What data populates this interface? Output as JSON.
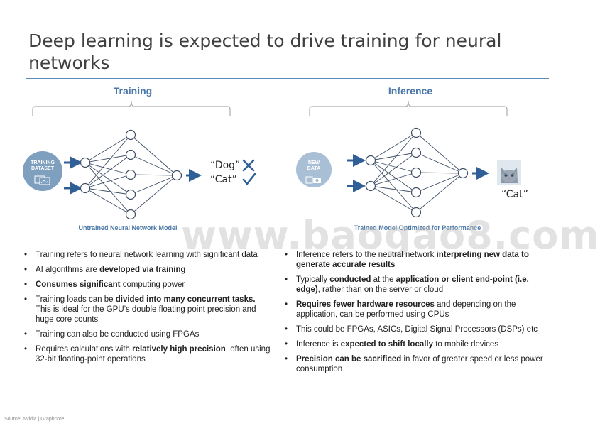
{
  "title": "Deep learning is expected to drive training for neural networks",
  "training": {
    "heading": "Training",
    "dataset_label": "TRAINING DATASET",
    "model_label": "Untrained Neural Network Model",
    "output_dog": "“Dog”",
    "output_cat": "“Cat”",
    "bullets": [
      [
        {
          "t": "Training refers to neural network learning with significant data"
        }
      ],
      [
        {
          "t": "AI algorithms are "
        },
        {
          "t": "developed via training",
          "b": true
        }
      ],
      [
        {
          "t": "Consumes significant ",
          "b": true
        },
        {
          "t": "computing power"
        }
      ],
      [
        {
          "t": "Training loads can be "
        },
        {
          "t": "divided into many concurrent tasks.",
          "b": true
        },
        {
          "t": " This is ideal for the GPU’s double floating point precision and huge core counts"
        }
      ],
      [
        {
          "t": "Training can also be conducted using FPGAs"
        }
      ],
      [
        {
          "t": "Requires calculations with "
        },
        {
          "t": "relatively high precision",
          "b": true
        },
        {
          "t": ", often using 32-bit floating-point operations"
        }
      ]
    ]
  },
  "inference": {
    "heading": "Inference",
    "data_label": "NEW DATA",
    "model_label": "Trained Model Optimized for Performance",
    "output_cat": "“Cat”",
    "bullets": [
      [
        {
          "t": "Inference refers to the neutral network "
        },
        {
          "t": "interpreting new data to generate accurate results",
          "b": true
        }
      ],
      [
        {
          "t": "Typically "
        },
        {
          "t": "conducted",
          "b": true
        },
        {
          "t": " at the "
        },
        {
          "t": "application  or client end-point (i.e. edge)",
          "b": true
        },
        {
          "t": ", rather than on the server or cloud"
        }
      ],
      [
        {
          "t": "Requires fewer hardware resources",
          "b": true
        },
        {
          "t": " and depending on the application, can be performed  using CPUs"
        }
      ],
      [
        {
          "t": "This could be FPGAs, ASICs, Digital Signal Processors (DSPs) etc"
        }
      ],
      [
        {
          "t": "Inference is "
        },
        {
          "t": "expected to shift locally",
          "b": true
        },
        {
          "t": " to mobile devices"
        }
      ],
      [
        {
          "t": "Precision can be sacrificed",
          "b": true
        },
        {
          "t": " in favor of greater speed or less power consumption"
        }
      ]
    ]
  },
  "watermark": "www.baogao8.com",
  "source": "Source: Nvidia | Graphcore",
  "colors": {
    "accent": "#4a78a8",
    "node_stroke": "#3f4f66",
    "disc_training": "#7f9fbf",
    "disc_inference": "#a9bfd6",
    "arrow": "#2f5f96"
  }
}
